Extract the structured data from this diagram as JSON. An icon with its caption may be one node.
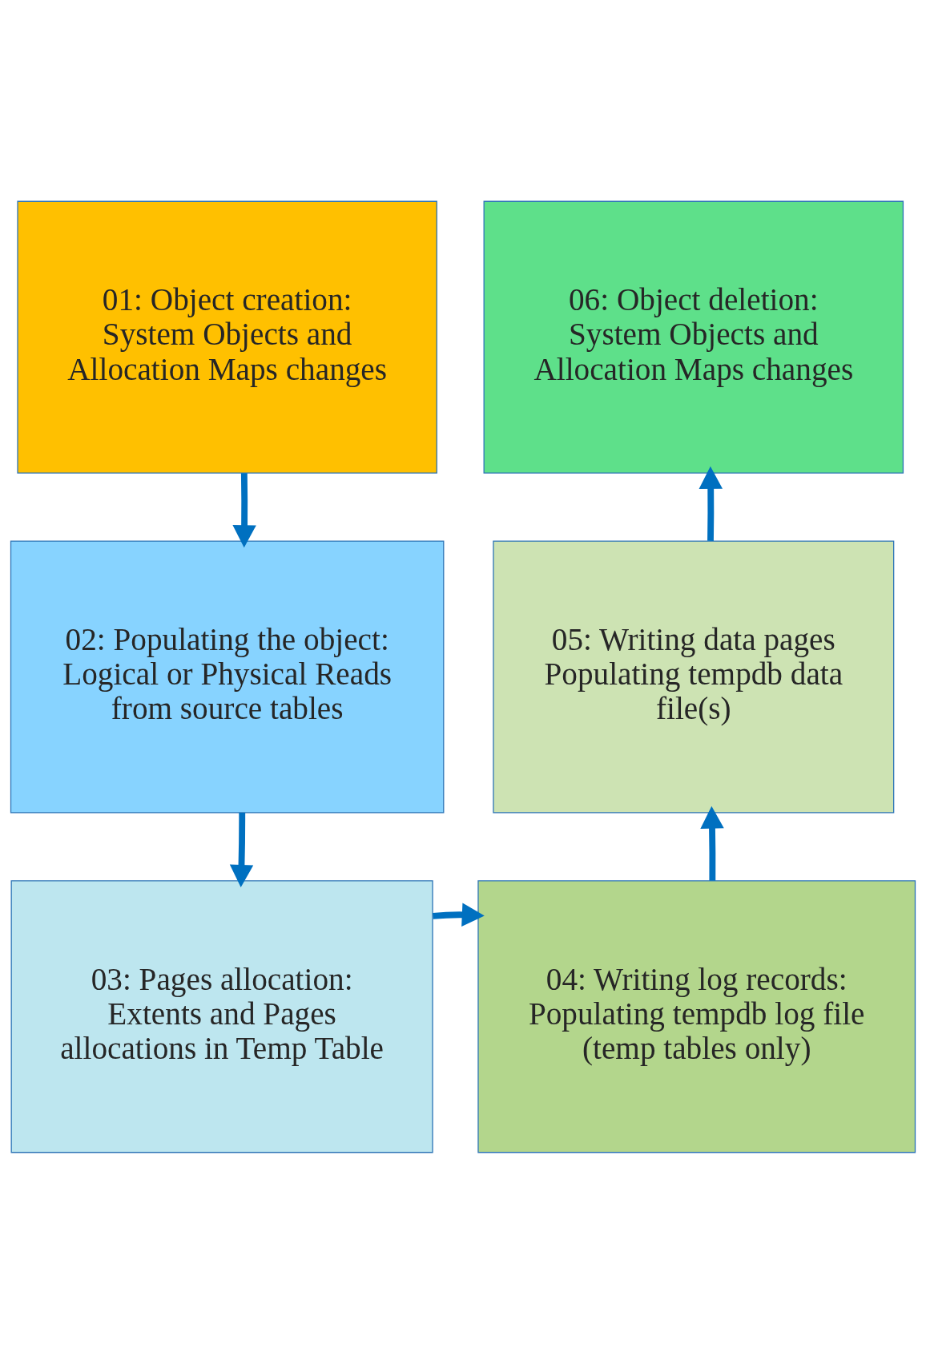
{
  "diagram": {
    "nodes": [
      {
        "text": [
          "01: Object creation:",
          "System Objects and Allocation Maps changes"
        ]
      },
      {
        "text": [
          "06: Object deletion:",
          "System Objects and Allocation Maps changes"
        ]
      },
      {
        "text": [
          "02: Populating the object:",
          "Logical or Physical Reads from source tables"
        ]
      },
      {
        "text": [
          "05: Writing data pages",
          "Populating tempdb data file(s)"
        ]
      },
      {
        "text": [
          "03: Pages allocation:",
          "Extents and Pages allocations in Temp Table"
        ]
      },
      {
        "text": [
          "04: Writing log records:",
          "Populating tempdb log file (temp tables only)"
        ]
      }
    ],
    "edges": [
      {
        "from": 0,
        "to": 2,
        "arrow": "to"
      },
      {
        "from": 2,
        "to": 4,
        "arrow": "to"
      },
      {
        "from": 4,
        "to": 5,
        "arrow": "to"
      },
      {
        "from": 5,
        "to": 3,
        "arrow": "to"
      },
      {
        "from": 3,
        "to": 1,
        "arrow": "to"
      }
    ]
  }
}
